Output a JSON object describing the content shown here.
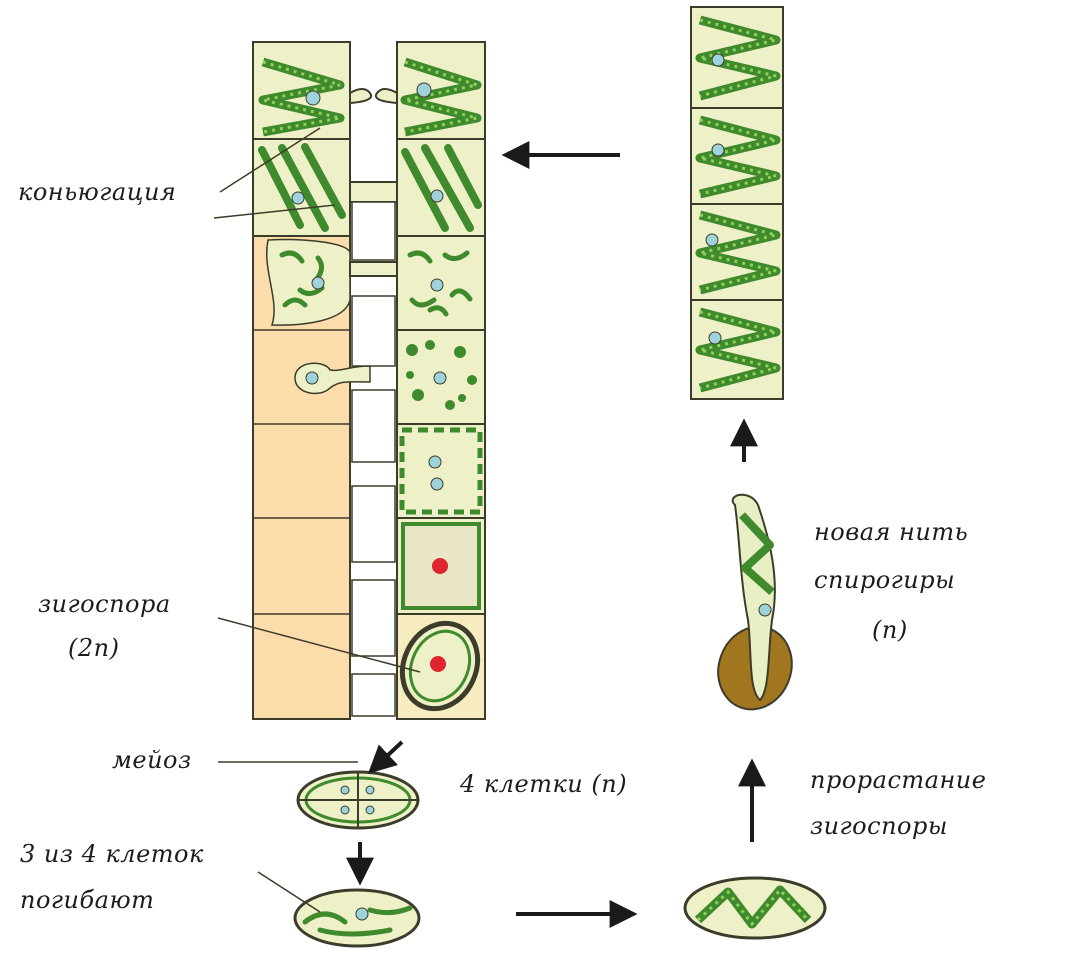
{
  "labels": {
    "conjugation": "коньюгация",
    "zygospore_line1": "зигоспора",
    "zygospore_line2": "(2n)",
    "meiosis": "мейоз",
    "four_cells": "4 клетки (n)",
    "three_of_four_line1": "3 из 4 клеток",
    "three_of_four_line2": "погибают",
    "germination_line1": "прорастание",
    "germination_line2": "зигоспоры",
    "new_filament_line1": "новая нить",
    "new_filament_line2": "спирогиры",
    "new_filament_line3": "(n)"
  },
  "colors": {
    "cell_fill": "#eef1c8",
    "cell_fill_warm": "#f7ecc0",
    "empty_cell": "#fbdcab",
    "chloroplast": "#3f8a2c",
    "chloroplast_light": "#8fcf5a",
    "outline": "#3c3c2a",
    "nucleus": "#9fd3dc",
    "zygote_nucleus": "#e0252f",
    "zygote_coat": "#8a5a14",
    "arrow": "#1a1a1a"
  }
}
